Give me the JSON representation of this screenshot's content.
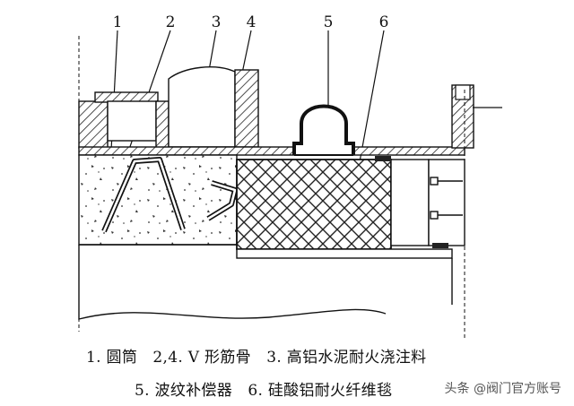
{
  "callouts": [
    "1",
    "2",
    "3",
    "4",
    "5",
    "6"
  ],
  "caption": {
    "line1": "1. 圆筒　2,4. V 形筋骨　3. 高铝水泥耐火浇注料",
    "line2": "5. 波纹补偿器　6. 硅酸铝耐火纤维毯"
  },
  "watermark": "头条 @阀门官方账号"
}
